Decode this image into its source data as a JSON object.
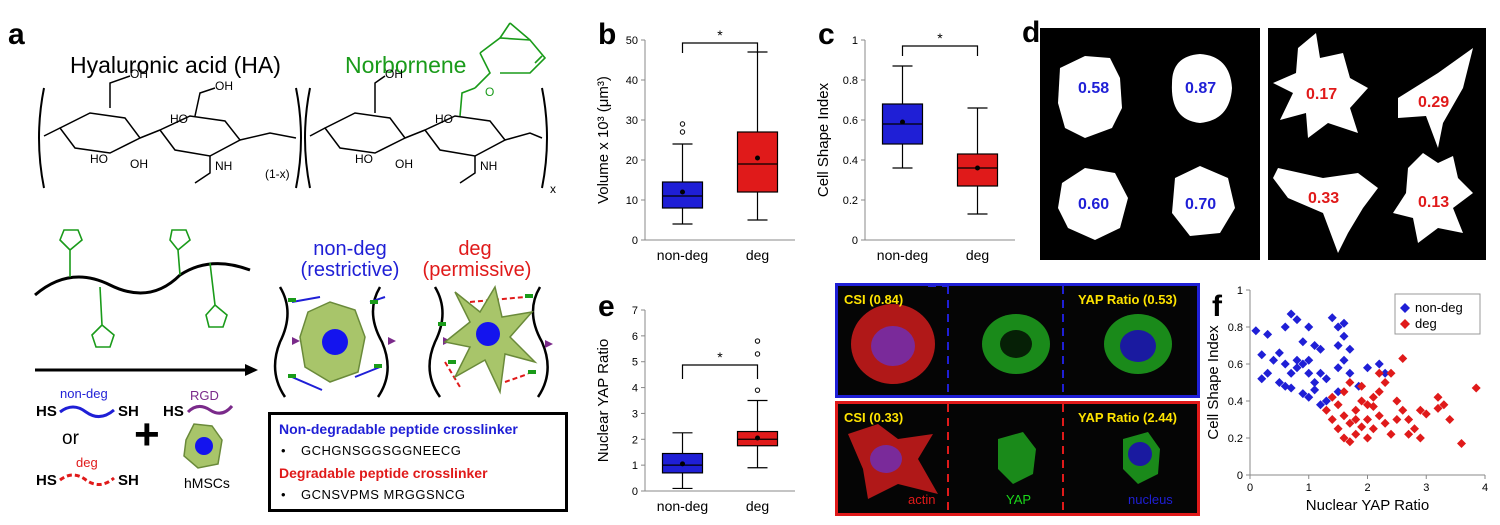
{
  "panels": {
    "a": {
      "label": "a",
      "ha_title": "Hyaluronic acid (HA)",
      "norbornene_title": "Norbornene",
      "sub_1x": "(1-x)",
      "sub_x": "x",
      "chem": {
        "OH": "OH",
        "HO": "HO",
        "O": "O",
        "NH": "NH"
      },
      "nondeg_title": "non-deg",
      "nondeg_sub": "(restrictive)",
      "deg_title": "deg",
      "deg_sub": "(permissive)",
      "crosslinker_nondeg_label": "non-deg",
      "crosslinker_deg_label": "deg",
      "rgd_label": "RGD",
      "hs": "HS",
      "sh": "SH",
      "or": "or",
      "plus": "+",
      "hmsc_label": "hMSCs",
      "seq_nondeg_title": "Non-degradable peptide crosslinker",
      "seq_deg_title": "Degradable peptide crosslinker",
      "seq_nondeg": "GCHGNSGGSGGNEECG",
      "seq_deg": "GCNSVPMS MRGGSNCG",
      "bullet": "•"
    },
    "b": {
      "label": "b",
      "sig": "*"
    },
    "c": {
      "label": "c",
      "sig": "*"
    },
    "d": {
      "label": "d",
      "nondeg_values": [
        "0.58",
        "0.87",
        "0.60",
        "0.70"
      ],
      "deg_values": [
        "0.17",
        "0.29",
        "0.33",
        "0.13"
      ]
    },
    "e": {
      "label": "e",
      "sig": "*",
      "top_labels": [
        "CSI (0.84)",
        "YAP Ratio (0.53)"
      ],
      "bottom_labels": [
        "CSI (0.33)",
        "YAP Ratio (2.44)"
      ],
      "channels": [
        "actin",
        "YAP",
        "nucleus"
      ]
    },
    "f": {
      "label": "f"
    }
  },
  "colors": {
    "blue": "#1f1fd6",
    "red": "#e01a1a",
    "green": "#1a9b1a",
    "purple": "#7a2a8a",
    "yellow": "#ffe400"
  },
  "chart_data": [
    {
      "id": "b",
      "type": "box",
      "categories": [
        "non-deg",
        "deg"
      ],
      "ylabel": "Volume x 10³ (μm³)",
      "ylim": [
        0,
        50
      ],
      "yticks": [
        0,
        10,
        20,
        30,
        40,
        50
      ],
      "boxes": [
        {
          "name": "non-deg",
          "min": 4,
          "q1": 8,
          "median": 11,
          "q3": 14.5,
          "max": 24,
          "mean": 12,
          "outliers": [
            27,
            29
          ]
        },
        {
          "name": "deg",
          "min": 5,
          "q1": 12,
          "median": 19,
          "q3": 27,
          "max": 47,
          "mean": 20.5,
          "outliers": []
        }
      ]
    },
    {
      "id": "c",
      "type": "box",
      "categories": [
        "non-deg",
        "deg"
      ],
      "ylabel": "Cell Shape Index",
      "ylim": [
        0,
        1
      ],
      "yticks": [
        0,
        0.2,
        0.4,
        0.6,
        0.8,
        1
      ],
      "boxes": [
        {
          "name": "non-deg",
          "min": 0.36,
          "q1": 0.48,
          "median": 0.58,
          "q3": 0.68,
          "max": 0.87,
          "mean": 0.59,
          "outliers": []
        },
        {
          "name": "deg",
          "min": 0.13,
          "q1": 0.27,
          "median": 0.36,
          "q3": 0.43,
          "max": 0.66,
          "mean": 0.36,
          "outliers": []
        }
      ]
    },
    {
      "id": "e",
      "type": "box",
      "categories": [
        "non-deg",
        "deg"
      ],
      "ylabel": "Nuclear YAP Ratio",
      "ylim": [
        0,
        7
      ],
      "yticks": [
        0,
        1,
        2,
        3,
        4,
        5,
        6,
        7
      ],
      "boxes": [
        {
          "name": "non-deg",
          "min": 0.1,
          "q1": 0.7,
          "median": 1.0,
          "q3": 1.45,
          "max": 2.25,
          "mean": 1.05,
          "outliers": []
        },
        {
          "name": "deg",
          "min": 0.9,
          "q1": 1.75,
          "median": 2.0,
          "q3": 2.3,
          "max": 3.5,
          "mean": 2.05,
          "outliers": [
            3.9,
            5.3,
            5.8
          ]
        }
      ]
    },
    {
      "id": "f",
      "type": "scatter",
      "xlabel": "Nuclear YAP Ratio",
      "ylabel": "Cell Shape Index",
      "xlim": [
        0,
        4
      ],
      "ylim": [
        0,
        1
      ],
      "xticks": [
        0,
        1,
        2,
        3,
        4
      ],
      "yticks": [
        0,
        0.2,
        0.4,
        0.6,
        0.8,
        1
      ],
      "legend": "top-right",
      "series": [
        {
          "name": "non-deg",
          "points": [
            [
              0.1,
              0.78
            ],
            [
              0.3,
              0.76
            ],
            [
              0.2,
              0.65
            ],
            [
              0.4,
              0.62
            ],
            [
              0.5,
              0.66
            ],
            [
              0.6,
              0.8
            ],
            [
              0.7,
              0.87
            ],
            [
              0.8,
              0.84
            ],
            [
              0.9,
              0.72
            ],
            [
              1.0,
              0.8
            ],
            [
              1.1,
              0.7
            ],
            [
              1.2,
              0.68
            ],
            [
              0.3,
              0.55
            ],
            [
              0.5,
              0.5
            ],
            [
              0.6,
              0.48
            ],
            [
              0.7,
              0.55
            ],
            [
              0.8,
              0.58
            ],
            [
              0.9,
              0.6
            ],
            [
              1.0,
              0.62
            ],
            [
              1.1,
              0.5
            ],
            [
              1.2,
              0.55
            ],
            [
              1.3,
              0.52
            ],
            [
              0.7,
              0.47
            ],
            [
              0.9,
              0.44
            ],
            [
              1.0,
              0.42
            ],
            [
              1.1,
              0.46
            ],
            [
              1.3,
              0.4
            ],
            [
              1.5,
              0.45
            ],
            [
              1.5,
              0.7
            ],
            [
              1.5,
              0.58
            ],
            [
              1.6,
              0.62
            ],
            [
              1.7,
              0.55
            ],
            [
              1.4,
              0.85
            ],
            [
              1.5,
              0.8
            ],
            [
              1.6,
              0.75
            ],
            [
              1.7,
              0.68
            ],
            [
              1.2,
              0.38
            ],
            [
              0.8,
              0.62
            ],
            [
              2.3,
              0.55
            ],
            [
              1.85,
              0.48
            ],
            [
              2.0,
              0.58
            ],
            [
              2.2,
              0.6
            ],
            [
              1.0,
              0.55
            ],
            [
              0.6,
              0.6
            ],
            [
              0.2,
              0.52
            ],
            [
              1.6,
              0.82
            ]
          ]
        },
        {
          "name": "deg",
          "points": [
            [
              1.3,
              0.35
            ],
            [
              1.4,
              0.3
            ],
            [
              1.5,
              0.38
            ],
            [
              1.6,
              0.32
            ],
            [
              1.7,
              0.28
            ],
            [
              1.8,
              0.35
            ],
            [
              1.9,
              0.4
            ],
            [
              2.0,
              0.3
            ],
            [
              2.1,
              0.25
            ],
            [
              2.2,
              0.32
            ],
            [
              2.3,
              0.28
            ],
            [
              2.4,
              0.22
            ],
            [
              1.5,
              0.25
            ],
            [
              1.6,
              0.2
            ],
            [
              1.7,
              0.18
            ],
            [
              1.8,
              0.22
            ],
            [
              1.9,
              0.26
            ],
            [
              2.0,
              0.2
            ],
            [
              2.1,
              0.42
            ],
            [
              2.2,
              0.45
            ],
            [
              2.3,
              0.5
            ],
            [
              2.5,
              0.4
            ],
            [
              2.6,
              0.35
            ],
            [
              2.7,
              0.3
            ],
            [
              2.8,
              0.25
            ],
            [
              2.9,
              0.2
            ],
            [
              3.0,
              0.33
            ],
            [
              3.2,
              0.42
            ],
            [
              3.3,
              0.38
            ],
            [
              3.4,
              0.3
            ],
            [
              3.6,
              0.17
            ],
            [
              3.85,
              0.47
            ],
            [
              2.6,
              0.63
            ],
            [
              2.4,
              0.55
            ],
            [
              2.2,
              0.55
            ],
            [
              1.7,
              0.5
            ],
            [
              1.6,
              0.45
            ],
            [
              1.9,
              0.48
            ],
            [
              2.0,
              0.38
            ],
            [
              2.5,
              0.3
            ],
            [
              2.7,
              0.22
            ],
            [
              1.4,
              0.42
            ],
            [
              3.2,
              0.36
            ],
            [
              1.8,
              0.3
            ],
            [
              2.9,
              0.35
            ],
            [
              2.1,
              0.37
            ]
          ]
        }
      ]
    }
  ]
}
